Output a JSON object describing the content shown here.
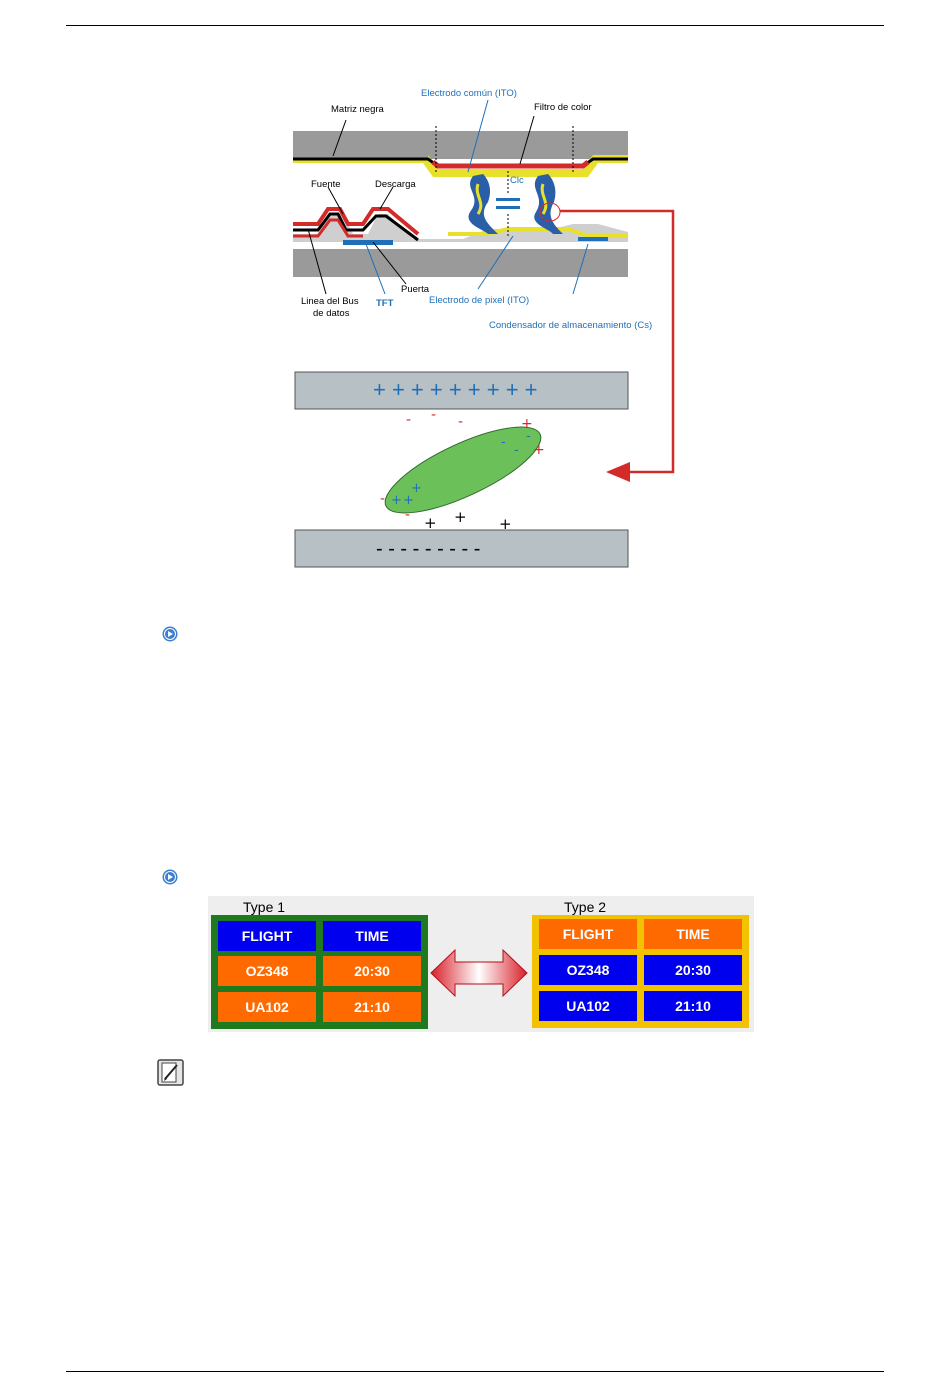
{
  "figure_tft": {
    "labels": {
      "matriz_negra": "Matriz negra",
      "electrodo_comun": "Electrodo común (ITO)",
      "filtro_color": "Filtro de color",
      "fuente": "Fuente",
      "descarga": "Descarga",
      "clc": "Clc",
      "linea_bus": "Linea del Bus",
      "de_datos": "de datos",
      "puerta": "Puerta",
      "tft": "TFT",
      "electrodo_pixel": "Electrodo de pixel (ITO)",
      "condensador": "Condensador de almacenamiento (Cs)"
    },
    "top_plate_signs": "+ + + + + + + + +",
    "bottom_plate_signs": "- - - - - - - - -",
    "colors": {
      "blue": "#1e6fb8",
      "red": "#d32a2a",
      "green": "#6cc05a",
      "plate": "#b7c0c4"
    }
  },
  "figure_flight": {
    "type1_label": "Type 1",
    "type2_label": "Type 2",
    "header": {
      "flight": "FLIGHT",
      "time": "TIME"
    },
    "rows": [
      {
        "flight": "OZ348",
        "time": "20:30"
      },
      {
        "flight": "UA102",
        "time": "21:10"
      }
    ],
    "colors": {
      "blue": "#0000ee",
      "orange": "#ff6a00",
      "green_border": "#1f7a1f",
      "yellow_border": "#f2c200"
    }
  },
  "icons": [
    "info-bullet-icon",
    "info-bullet-icon",
    "note-icon"
  ]
}
